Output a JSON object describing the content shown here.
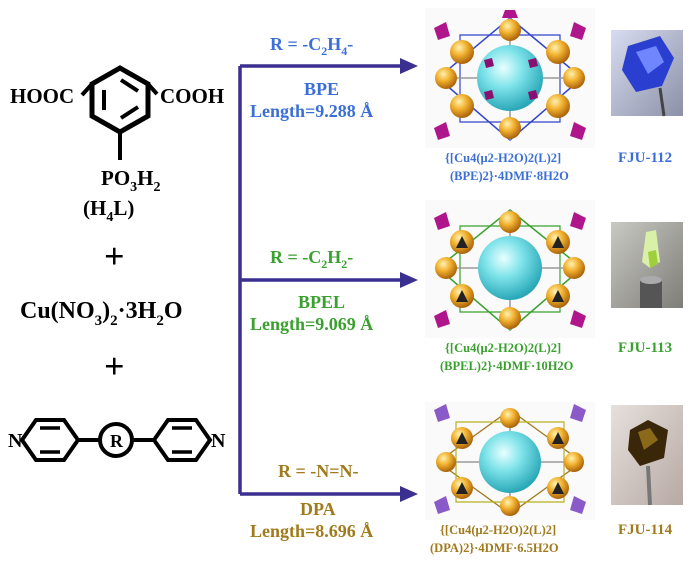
{
  "reactants": {
    "cooh_left": "HOOC",
    "cooh_right": "COOH",
    "phosphono": "PO",
    "phosphono_sub1": "3",
    "phosphono_h": "H",
    "phosphono_sub2": "2",
    "ligand_label_pre": "(H",
    "ligand_label_sub": "4",
    "ligand_label_post": "L)",
    "plus1": "+",
    "copper_pre": "Cu(NO",
    "copper_sub1": "3",
    "copper_mid": ")",
    "copper_sub2": "2",
    "copper_post": "·3H",
    "copper_sub3": "2",
    "copper_end": "O",
    "plus2": "+",
    "bipy_left_n": "N",
    "bipy_right_n": "N",
    "bipy_r": "R"
  },
  "branches": [
    {
      "r_pre": "R = -C",
      "r_sub1": "2",
      "r_mid": "H",
      "r_sub2": "4",
      "r_post": "-",
      "name": "BPE",
      "length": "Length=9.288 Å",
      "color": "#3a6fd8",
      "formula1": "{[Cu4(μ2-H2O)2(L)2]",
      "formula2": "(BPE)2}·4DMF·8H2O",
      "code": "FJU-112"
    },
    {
      "r_pre": "R = -C",
      "r_sub1": "2",
      "r_mid": "H",
      "r_sub2": "2",
      "r_post": "-",
      "name": "BPEL",
      "length": "Length=9.069 Å",
      "color": "#3aa02e",
      "formula1": "{[Cu4(μ2-H2O)2(L)2]",
      "formula2": "(BPEL)2}·4DMF·10H2O",
      "code": "FJU-113"
    },
    {
      "r_pre": "R = -N=N-",
      "r_sub1": "",
      "r_mid": "",
      "r_sub2": "",
      "r_post": "",
      "name": "DPA",
      "length": "Length=8.696 Å",
      "color": "#a07a1c",
      "formula1": "{[Cu4(μ2-H2O)2(L)2]",
      "formula2": "(DPA)2}·4DMF·6.5H2O",
      "code": "FJU-114"
    }
  ],
  "arrow_color": "#3b2f8f"
}
